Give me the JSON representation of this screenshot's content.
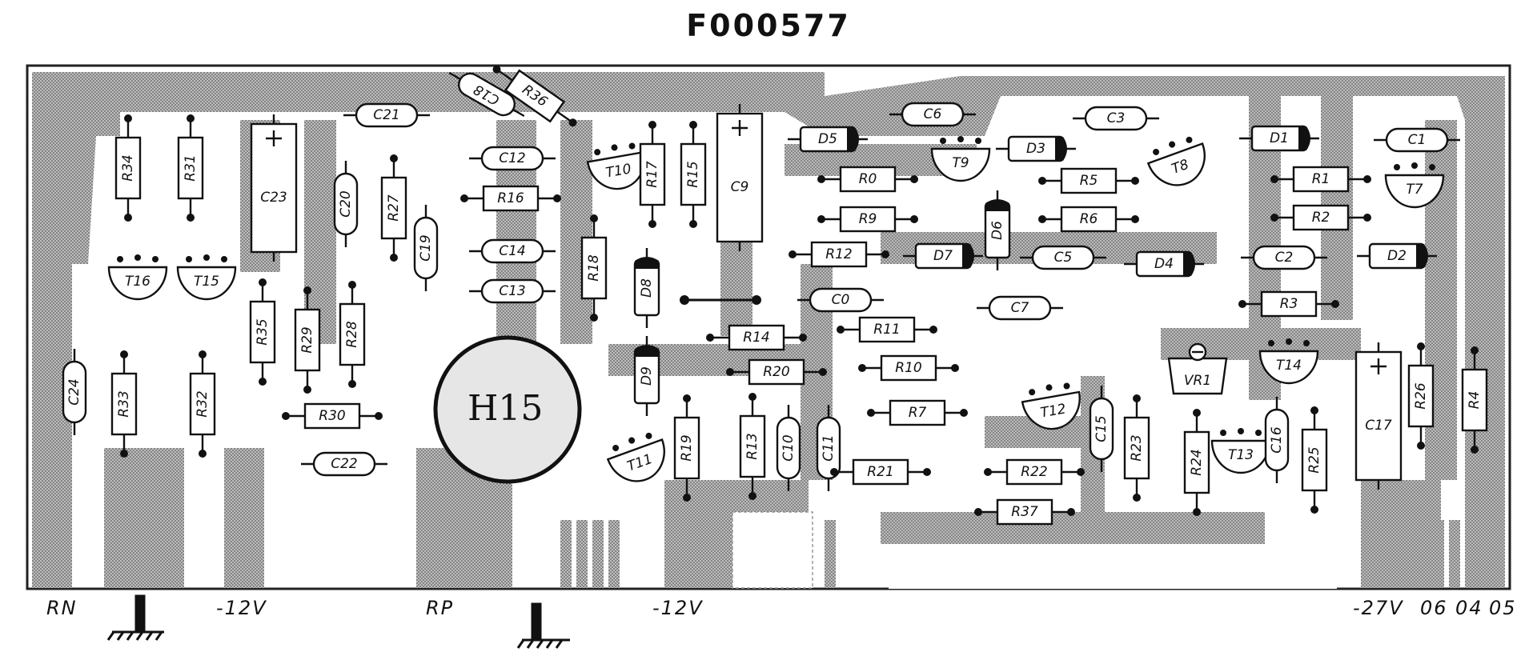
{
  "title": "F000577",
  "colors": {
    "copper": "#a6a6a6",
    "ink": "#111111",
    "board": "#ffffff"
  },
  "components": [
    {
      "label": "R34",
      "kind": "resistor-v"
    },
    {
      "label": "R31",
      "kind": "resistor-v"
    },
    {
      "label": "T16",
      "kind": "transistor"
    },
    {
      "label": "T15",
      "kind": "transistor"
    },
    {
      "label": "C24",
      "kind": "capacitor-v"
    },
    {
      "label": "R33",
      "kind": "resistor-v"
    },
    {
      "label": "R32",
      "kind": "resistor-v"
    },
    {
      "label": "C23",
      "kind": "electrolytic"
    },
    {
      "label": "C21",
      "kind": "capacitor-h"
    },
    {
      "label": "C20",
      "kind": "capacitor-v"
    },
    {
      "label": "R27",
      "kind": "resistor-v"
    },
    {
      "label": "C19",
      "kind": "capacitor-v"
    },
    {
      "label": "R35",
      "kind": "resistor-v"
    },
    {
      "label": "R29",
      "kind": "resistor-v"
    },
    {
      "label": "R28",
      "kind": "resistor-v"
    },
    {
      "label": "R30",
      "kind": "resistor-h"
    },
    {
      "label": "C22",
      "kind": "capacitor-h"
    },
    {
      "label": "C18",
      "kind": "capacitor-v"
    },
    {
      "label": "R36",
      "kind": "resistor-h"
    },
    {
      "label": "C12",
      "kind": "capacitor-h"
    },
    {
      "label": "R16",
      "kind": "resistor-h"
    },
    {
      "label": "C14",
      "kind": "capacitor-h"
    },
    {
      "label": "C13",
      "kind": "capacitor-h"
    },
    {
      "label": "R18",
      "kind": "resistor-v"
    },
    {
      "label": "T10",
      "kind": "transistor"
    },
    {
      "label": "R17",
      "kind": "resistor-v"
    },
    {
      "label": "R15",
      "kind": "resistor-v"
    },
    {
      "label": "C9",
      "kind": "electrolytic"
    },
    {
      "label": "D8",
      "kind": "diode-v"
    },
    {
      "label": "D9",
      "kind": "diode-v"
    },
    {
      "label": "T11",
      "kind": "transistor"
    },
    {
      "label": "R19",
      "kind": "resistor-v"
    },
    {
      "label": "R14",
      "kind": "resistor-h"
    },
    {
      "label": "R20",
      "kind": "resistor-h"
    },
    {
      "label": "R13",
      "kind": "resistor-v"
    },
    {
      "label": "C10",
      "kind": "capacitor-v"
    },
    {
      "label": "C11",
      "kind": "capacitor-v"
    },
    {
      "label": "D5",
      "kind": "diode-h"
    },
    {
      "label": "R0",
      "kind": "resistor-h"
    },
    {
      "label": "R9",
      "kind": "resistor-h"
    },
    {
      "label": "R12",
      "kind": "resistor-h"
    },
    {
      "label": "C0",
      "kind": "capacitor-h"
    },
    {
      "label": "R11",
      "kind": "resistor-h"
    },
    {
      "label": "R10",
      "kind": "resistor-h"
    },
    {
      "label": "R7",
      "kind": "resistor-h"
    },
    {
      "label": "R21",
      "kind": "resistor-h"
    },
    {
      "label": "C6",
      "kind": "capacitor-h"
    },
    {
      "label": "T9",
      "kind": "transistor"
    },
    {
      "label": "D7",
      "kind": "diode-h"
    },
    {
      "label": "D6",
      "kind": "diode-v"
    },
    {
      "label": "C7",
      "kind": "capacitor-h"
    },
    {
      "label": "D3",
      "kind": "diode-h"
    },
    {
      "label": "R5",
      "kind": "resistor-h"
    },
    {
      "label": "R6",
      "kind": "resistor-h"
    },
    {
      "label": "C5",
      "kind": "capacitor-h"
    },
    {
      "label": "D4",
      "kind": "diode-h"
    },
    {
      "label": "C3",
      "kind": "capacitor-h"
    },
    {
      "label": "T8",
      "kind": "transistor"
    },
    {
      "label": "T12",
      "kind": "transistor"
    },
    {
      "label": "C15",
      "kind": "capacitor-v"
    },
    {
      "label": "R23",
      "kind": "resistor-v"
    },
    {
      "label": "R22",
      "kind": "resistor-h"
    },
    {
      "label": "R37",
      "kind": "resistor-h"
    },
    {
      "label": "VR1",
      "kind": "trimmer"
    },
    {
      "label": "R24",
      "kind": "resistor-v"
    },
    {
      "label": "T13",
      "kind": "transistor"
    },
    {
      "label": "C16",
      "kind": "capacitor-v"
    },
    {
      "label": "R25",
      "kind": "resistor-v"
    },
    {
      "label": "T14",
      "kind": "transistor"
    },
    {
      "label": "C17",
      "kind": "electrolytic"
    },
    {
      "label": "R26",
      "kind": "resistor-v"
    },
    {
      "label": "R4",
      "kind": "resistor-v"
    },
    {
      "label": "D1",
      "kind": "diode-h"
    },
    {
      "label": "C1",
      "kind": "capacitor-h"
    },
    {
      "label": "R1",
      "kind": "resistor-h"
    },
    {
      "label": "T7",
      "kind": "transistor"
    },
    {
      "label": "R2",
      "kind": "resistor-h"
    },
    {
      "label": "C2",
      "kind": "capacitor-h"
    },
    {
      "label": "D2",
      "kind": "diode-h"
    },
    {
      "label": "R3",
      "kind": "resistor-h"
    }
  ],
  "heatsink_label": "H15",
  "connector_labels": [
    {
      "id": "rn",
      "text": "RN"
    },
    {
      "id": "m12a",
      "text": "-12V"
    },
    {
      "id": "rp",
      "text": "RP"
    },
    {
      "id": "m12b",
      "text": "-12V"
    },
    {
      "id": "m27",
      "text": "-27V"
    },
    {
      "id": "p06",
      "text": "06"
    },
    {
      "id": "p04",
      "text": "04"
    },
    {
      "id": "p05",
      "text": "05"
    }
  ],
  "ground_symbols": 2
}
